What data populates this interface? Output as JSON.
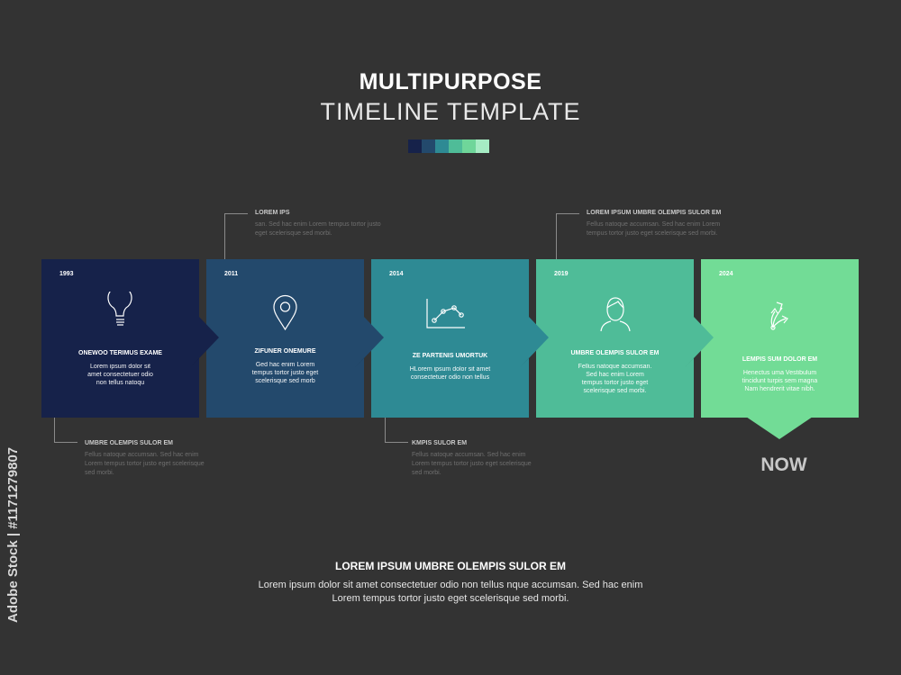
{
  "header": {
    "title_line1": "MULTIPURPOSE",
    "title_line2": "TIMELINE TEMPLATE",
    "swatch_colors": [
      "#16224a",
      "#23496c",
      "#2e8a94",
      "#4fbc98",
      "#6fd69a",
      "#a6ecc4"
    ]
  },
  "steps": [
    {
      "year": "1993",
      "icon": "lightbulb-icon",
      "title": "ONEWOO TERIMUS EXAME",
      "body": [
        "Lorem ipsum dolor sit",
        "amet consectetuer odio",
        "non tellus natoqu"
      ],
      "color": "#16224a"
    },
    {
      "year": "2011",
      "icon": "location-pin-icon",
      "title": "ZIFUNER ONEMURE",
      "body": [
        "Ged hac enim Lorem",
        "tempus tortor justo eget",
        "scelerisque sed morb"
      ],
      "color": "#23496c"
    },
    {
      "year": "2014",
      "icon": "line-chart-icon",
      "title": "ZE PARTENIS UMORTUK",
      "body": [
        "HLorem ipsum dolor sit amet",
        "consectetuer odio non tellus"
      ],
      "color": "#2e8a94"
    },
    {
      "year": "2019",
      "icon": "user-icon",
      "title": "UMBRE OLEMPIS SULOR EM",
      "body": [
        "Fellus natoque accumsan.",
        "Sed hac enim Lorem",
        "tempus tortor justo eget",
        "scelerisque sed morbi."
      ],
      "color": "#4fbc98"
    },
    {
      "year": "2024",
      "icon": "split-arrows-icon",
      "title": "LEMPIS SUM DOLOR EM",
      "body": [
        "Henectus uma Vestibulum",
        "tincidunt turpis sem magna",
        "Nam hendrerit vitae nibh."
      ],
      "color": "#72dc96"
    }
  ],
  "callouts": {
    "top_left": {
      "title": "LOREM IPS",
      "body": [
        "san. Sed hac enim Lorem tempus tortor justo",
        "eget scelerisque sed morbi."
      ]
    },
    "top_right": {
      "title": "LOREM IPSUM UMBRE OLEMPIS SULOR EM",
      "body": [
        "Fellus natoque accumsan. Sed hac enim Lorem",
        "tempus tortor justo eget scelerisque sed morbi."
      ]
    },
    "bottom_left": {
      "title": "UMBRE OLEMPIS SULOR EM",
      "body": [
        "Fellus natoque accumsan. Sed hac enim",
        "Lorem tempus tortor justo eget scelerisque",
        "sed morbi."
      ]
    },
    "bottom_mid": {
      "title": "KMPIS SULOR EM",
      "body": [
        "Fellus natoque accumsan. Sed hac enim",
        "Lorem tempus tortor justo eget scelerisque",
        "sed morbi."
      ]
    }
  },
  "now_label": "NOW",
  "footer": {
    "title": "LOREM IPSUM UMBRE OLEMPIS SULOR EM",
    "body": "Lorem ipsum dolor sit amet consectetuer odio non tellus nque accumsan. Sed hac enim Lorem tempus tortor justo eget scelerisque sed morbi."
  },
  "watermark": "Adobe Stock | #1171279807"
}
